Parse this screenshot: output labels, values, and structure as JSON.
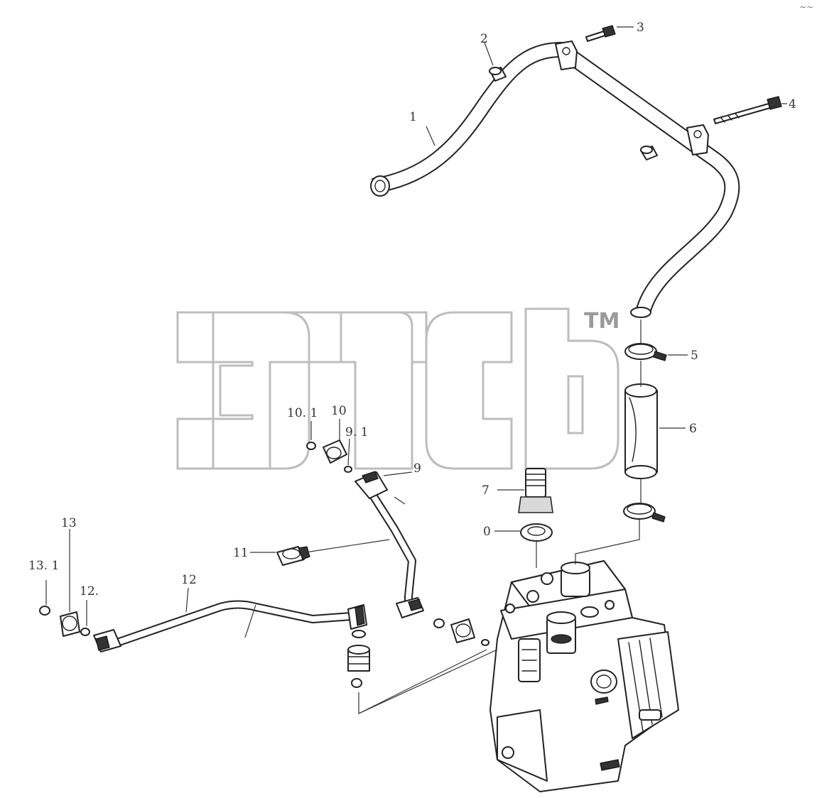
{
  "watermark": {
    "trademark": "TM"
  },
  "corner_mark": "~~",
  "callouts": [
    {
      "id": "c1",
      "text": "1"
    },
    {
      "id": "c2",
      "text": "2"
    },
    {
      "id": "c3",
      "text": "3"
    },
    {
      "id": "c4",
      "text": "4"
    },
    {
      "id": "c5",
      "text": "5"
    },
    {
      "id": "c6",
      "text": "6"
    },
    {
      "id": "c7",
      "text": "7"
    },
    {
      "id": "c8",
      "text": "0"
    },
    {
      "id": "c9",
      "text": "9"
    },
    {
      "id": "c9_1",
      "text": "9. 1"
    },
    {
      "id": "c10",
      "text": "10"
    },
    {
      "id": "c10_1",
      "text": "10. 1"
    },
    {
      "id": "c11",
      "text": "11"
    },
    {
      "id": "c12",
      "text": "12"
    },
    {
      "id": "c12_1",
      "text": "12."
    },
    {
      "id": "c13",
      "text": "13"
    },
    {
      "id": "c13_1",
      "text": "13. 1"
    }
  ]
}
